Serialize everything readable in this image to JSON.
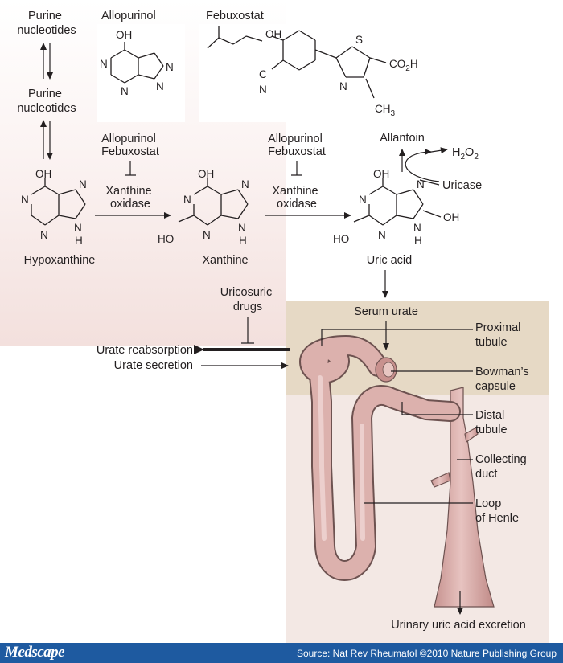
{
  "labels": {
    "purine_top": [
      "Purine",
      "nucleotides"
    ],
    "purine_mid": [
      "Purine",
      "nucleotides"
    ],
    "allopurinol_title": "Allopurinol",
    "febuxostat_title": "Febuxostat",
    "inhibitors_1": [
      "Allopurinol",
      "Febuxostat"
    ],
    "inhibitors_2": [
      "Allopurinol",
      "Febuxostat"
    ],
    "enzyme_1": [
      "Xanthine",
      "oxidase"
    ],
    "enzyme_2": [
      "Xanthine",
      "oxidase"
    ],
    "hypoxanthine": "Hypoxanthine",
    "xanthine": "Xanthine",
    "uric_acid": "Uric acid",
    "allantoin": "Allantoin",
    "h2o2": "H",
    "h2o2_sub1": "2",
    "h2o2_o": "O",
    "h2o2_sub2": "2",
    "uricase": "Uricase",
    "uricosuric": [
      "Uricosuric",
      "drugs"
    ],
    "serum_urate": "Serum urate",
    "urate_reabsorption": "Urate reabsorption",
    "urate_secretion": "Urate secretion",
    "proximal_tubule": [
      "Proximal",
      "tubule"
    ],
    "bowmans_capsule": [
      "Bowman’s",
      "capsule"
    ],
    "distal_tubule": [
      "Distal",
      "tubule"
    ],
    "collecting_duct": [
      "Collecting",
      "duct"
    ],
    "loop_of_henle": [
      "Loop",
      "of Henle"
    ],
    "urinary_excretion": "Urinary uric acid excretion"
  },
  "atoms": {
    "oh": "OH",
    "ho": "HO",
    "n": "N",
    "h": "H",
    "s": "S",
    "cn_c": "C",
    "co2h": "CO",
    "co2h_sub": "2",
    "co2h_h": "H",
    "ch3": "CH",
    "ch3_sub": "3"
  },
  "footer": {
    "brand": "Medscape",
    "source": "Source: Nat Rev Rheumatol ©2010 Nature Publishing Group"
  },
  "colors": {
    "left_panel": "#f6e8e6",
    "kidney_panel": "#f3e8e4",
    "kidney_panel_top": "#e6d9c5",
    "kidney": "#d9aaa7",
    "kidney_outline": "#6d5250",
    "footer": "#1e5aa0"
  }
}
